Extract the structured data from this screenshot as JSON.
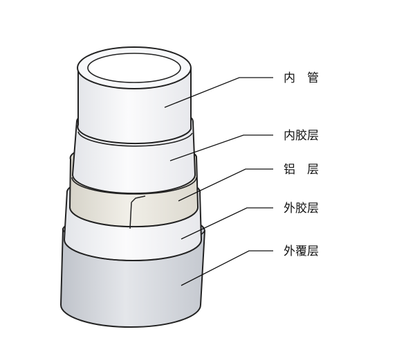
{
  "labels": {
    "inner_tube": "内　管",
    "inner_rubber": "内胶层",
    "aluminum": "铝　层",
    "outer_rubber": "外胶层",
    "outer_cover": "外覆层"
  },
  "colors": {
    "outline": "#222222",
    "white_layer": "#f4f5f7",
    "aluminum_layer": "#e6e4dc",
    "cover_layer": "#d3d6dc",
    "leader_line": "#111111"
  }
}
